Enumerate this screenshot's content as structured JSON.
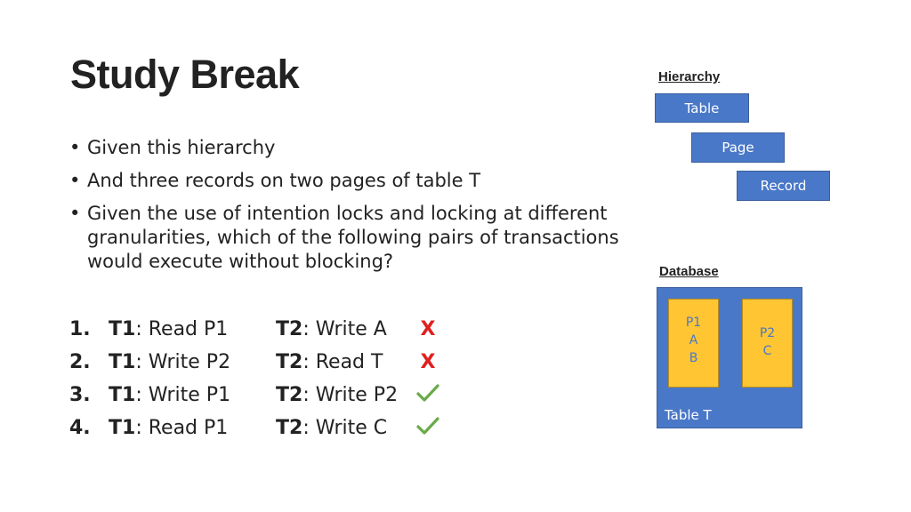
{
  "slide": {
    "title": "Study Break",
    "bullets": [
      "Given this hierarchy",
      "And three records on two pages of table T",
      "Given the use of intention locks and locking at different granularities, which of the following pairs of transactions would execute without blocking?"
    ],
    "options": [
      {
        "num": "1.",
        "t1_label": "T1",
        "t1_text": ": Read P1",
        "t2_label": "T2",
        "t2_text": ": Write A",
        "mark": "X",
        "result": "blocked"
      },
      {
        "num": "2.",
        "t1_label": "T1",
        "t1_text": ": Write P2",
        "t2_label": "T2",
        "t2_text": ": Read T",
        "mark": "X",
        "result": "blocked"
      },
      {
        "num": "3.",
        "t1_label": "T1",
        "t1_text": ": Write P1",
        "t2_label": "T2",
        "t2_text": ": Write P2",
        "mark": "",
        "result": "ok"
      },
      {
        "num": "4.",
        "t1_label": "T1",
        "t1_text": ": Read P1",
        "t2_label": "T2",
        "t2_text": ": Write C",
        "mark": "",
        "result": "ok"
      }
    ]
  },
  "hierarchy": {
    "label": "Hierarchy",
    "levels": [
      "Table",
      "Page",
      "Record"
    ]
  },
  "database": {
    "label": "Database",
    "table_label": "Table T",
    "pages": [
      {
        "name": "P1",
        "records": [
          "A",
          "B"
        ]
      },
      {
        "name": "P2",
        "records": [
          "C"
        ]
      }
    ]
  },
  "colors": {
    "box_blue": "#4a78c8",
    "page_yellow": "#ffc533",
    "cross_red": "#e02020",
    "check_green": "#6aaa4a"
  }
}
